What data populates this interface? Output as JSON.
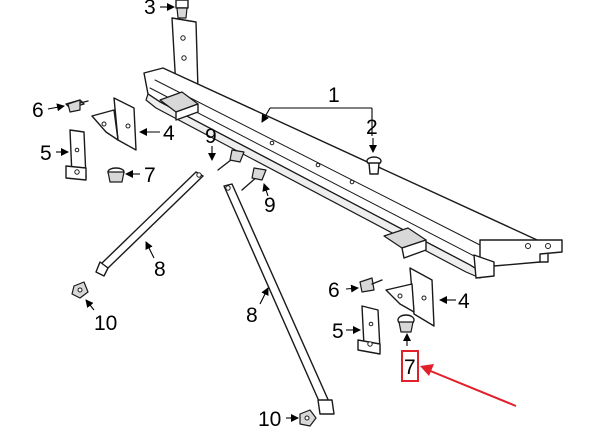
{
  "diagram": {
    "callouts": {
      "c3": "3",
      "c1": "1",
      "c2": "2",
      "c6_top": "6",
      "c4_top": "4",
      "c9_a": "9",
      "c5_top": "5",
      "c7_top": "7",
      "c9_b": "9",
      "c8_left": "8",
      "c10_left": "10",
      "c6_bottom": "6",
      "c4_bottom": "4",
      "c5_bottom": "5",
      "c8_right": "8",
      "c7_highlight": "7",
      "c10_bottom": "10"
    },
    "highlight": {
      "box_color": "#e0202a",
      "arrow_color": "#e0202a",
      "target_callout": "7"
    }
  }
}
